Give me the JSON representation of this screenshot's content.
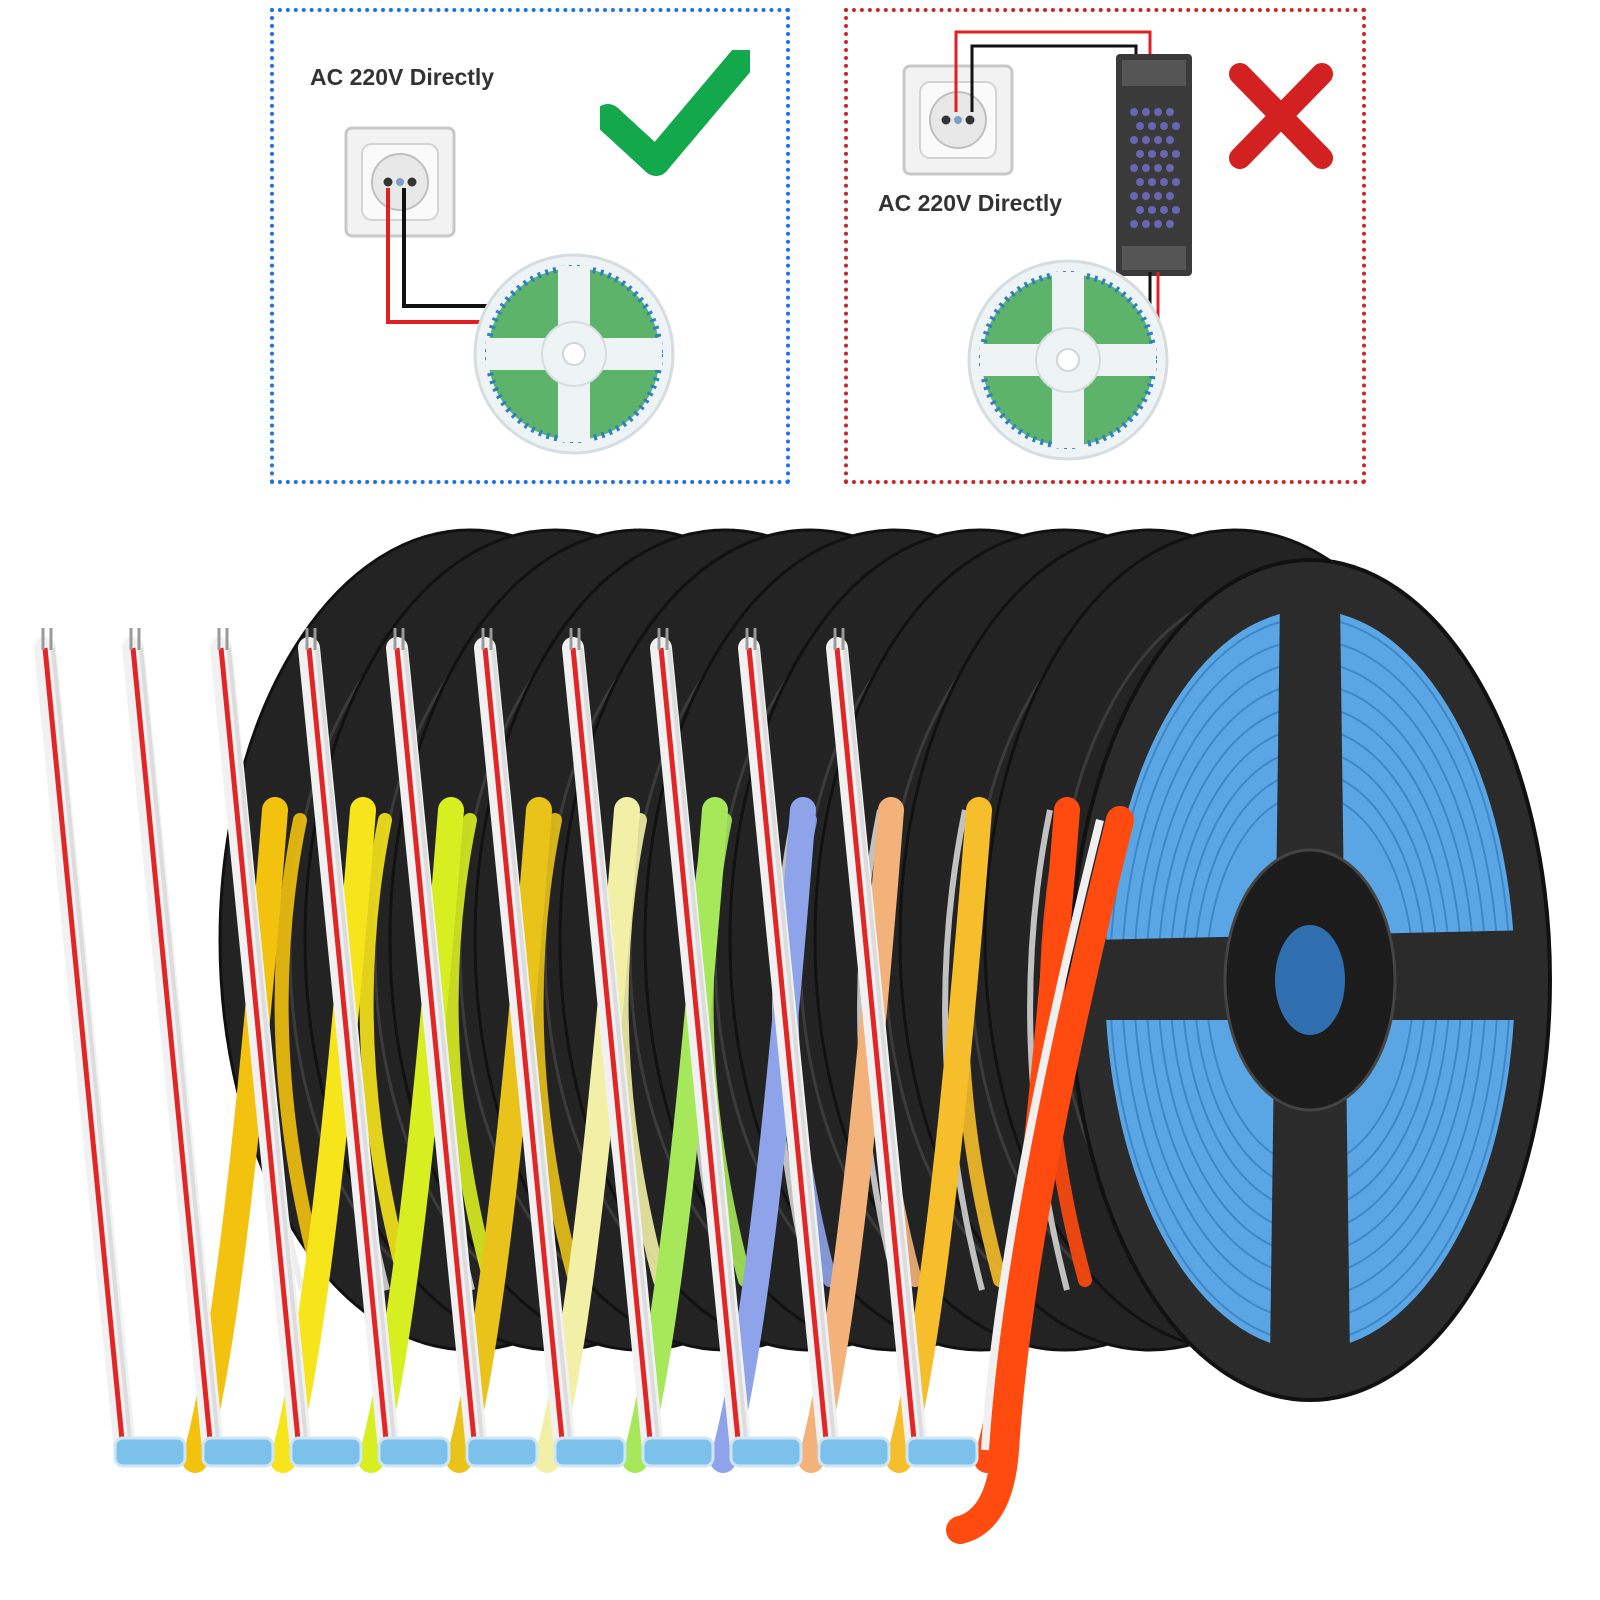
{
  "diagram": {
    "correct": {
      "label": "AC 220V Directly",
      "mark": "check-icon",
      "border_color": "#1a73e8",
      "mark_color": "#12a84b"
    },
    "incorrect": {
      "label": "AC 220V Directly",
      "mark": "cross-icon",
      "border_color": "#c62828",
      "mark_color": "#d32020"
    }
  },
  "product": {
    "reel_count": 11,
    "reel_colors": [
      "#f2c20e",
      "#f7e51b",
      "#d7ee20",
      "#e9c21a",
      "#f2f0a6",
      "#a6e85a",
      "#8ea3ea",
      "#f3b27a",
      "#f5be2a",
      "#ff4a10",
      "#5aa6e4"
    ]
  }
}
